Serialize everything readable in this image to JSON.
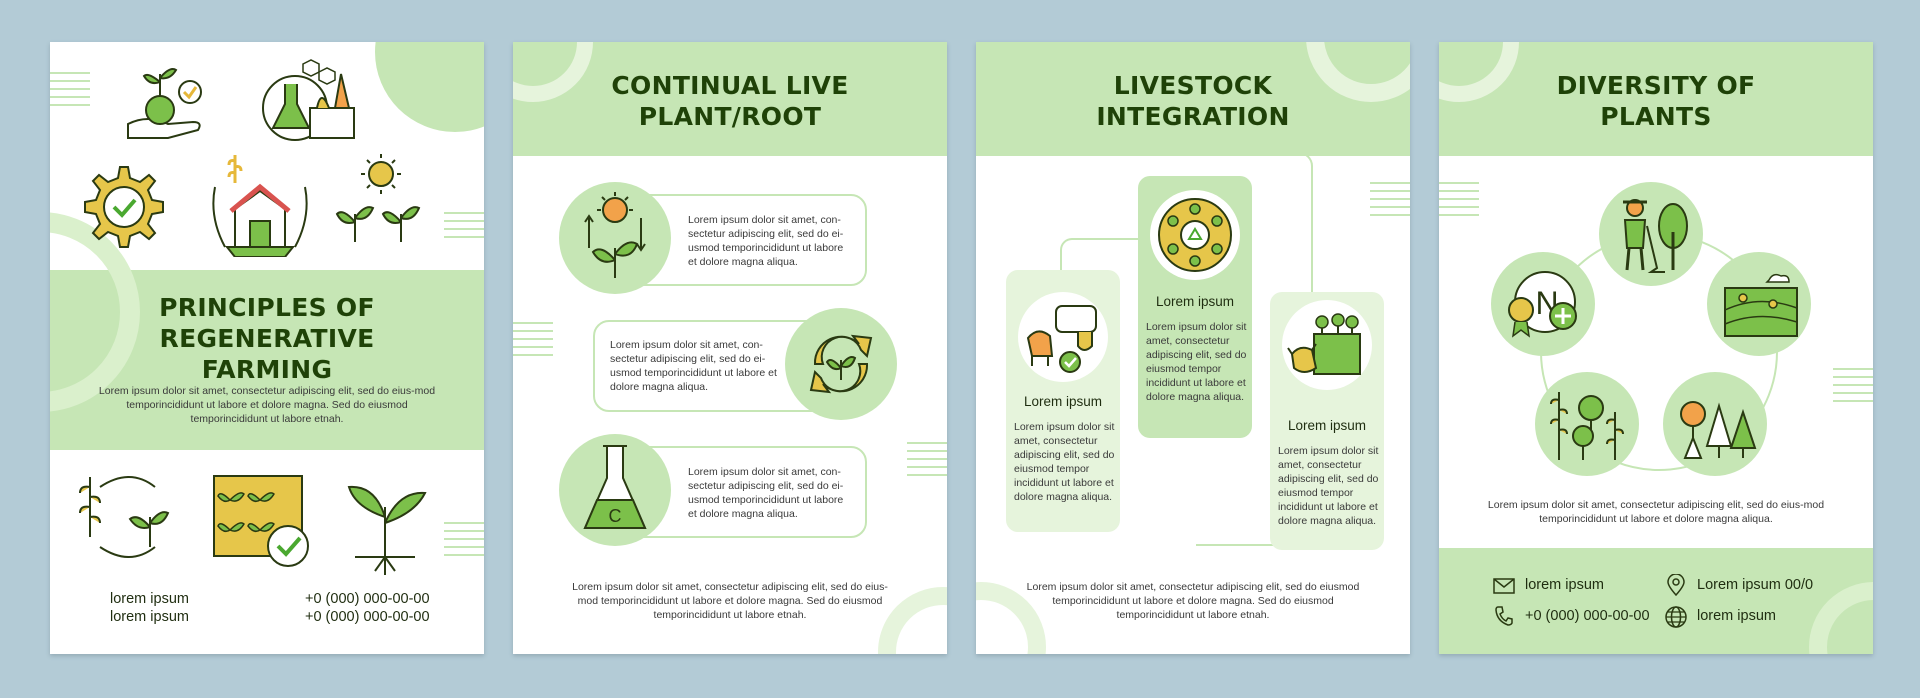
{
  "colors": {
    "band": "#c6e6b5",
    "title": "#1f4208",
    "icon_green": "#7cc04a",
    "icon_yellow": "#e6c64a",
    "icon_orange": "#f2a24a"
  },
  "page1": {
    "title_lines": [
      "PRINCIPLES OF",
      "REGENERATIVE",
      "FARMING"
    ],
    "body": "Lorem ipsum dolor sit amet, consectetur adipiscing elit, sed do eius-mod temporincididunt ut labore et dolore magna. Sed do eiusmod temporincididunt ut labore etnah.",
    "footer_left": [
      "lorem ipsum",
      "lorem ipsum"
    ],
    "footer_right": [
      "+0 (000) 000-00-00",
      "+0 (000) 000-00-00"
    ],
    "icons": [
      "seedling-hand-icon",
      "lab-flask-vegetables-icon",
      "gear-check-icon",
      "barn-hands-icon",
      "sun-plants-icon",
      "crop-rotation-icon",
      "plant-grid-check-icon",
      "sprout-roots-icon"
    ]
  },
  "page2": {
    "title_lines": [
      "CONTINUAL LIVE",
      "PLANT/ROOT"
    ],
    "items": [
      {
        "text": "Lorem ipsum dolor sit amet, con-sectetur adipiscing elit, sed do ei-usmod temporincididunt ut labore et dolore magna aliqua.",
        "icon": "sun-cycle-sprout-icon"
      },
      {
        "text": "Lorem ipsum dolor sit amet, con-sectetur adipiscing elit, sed do ei-usmod temporincididunt ut labore et dolore magna aliqua.",
        "icon": "recycle-leaf-icon"
      },
      {
        "text": "Lorem ipsum dolor sit amet, con-sectetur adipiscing elit, sed do ei-usmod temporincididunt ut labore et dolore magna aliqua.",
        "icon": "carbon-flask-icon"
      }
    ],
    "body": "Lorem ipsum dolor sit amet, consectetur adipiscing elit, sed do eius-mod temporincididunt ut labore et dolore magna. Sed do eiusmod temporincididunt ut labore etnah."
  },
  "page3": {
    "title_lines": [
      "LIVESTOCK",
      "INTEGRATION"
    ],
    "columns": [
      {
        "heading": "Lorem ipsum",
        "text": "Lorem ipsum dolor sit amet, consectetur adipiscing elit, sed do eiusmod tempor incididunt ut labore et dolore magna aliqua.",
        "icon": "farm-animals-icon"
      },
      {
        "heading": "Lorem ipsum",
        "text": "Lorem ipsum dolor sit amet, consectetur adipiscing elit, sed do eiusmod tempor incididunt ut labore et dolore magna aliqua.",
        "icon": "recycle-trees-icon"
      },
      {
        "heading": "Lorem ipsum",
        "text": "Lorem ipsum dolor sit amet, consectetur adipiscing elit, sed do eiusmod tempor incididunt ut labore et dolore magna aliqua.",
        "icon": "cow-pasture-icon"
      }
    ],
    "body": "Lorem ipsum dolor sit amet, consectetur adipiscing elit, sed do eiusmod temporincididunt ut labore et dolore magna. Sed do eiusmod temporincididunt ut labore etnah."
  },
  "page4": {
    "title_lines": [
      "DIVERSITY OF",
      "PLANTS"
    ],
    "body": "Lorem ipsum dolor sit amet, consectetur adipiscing elit, sed do eius-mod temporincididunt ut labore et dolore magna aliqua.",
    "icons": [
      "farmer-tree-icon",
      "nitrogen-badge-icon",
      "field-landscape-icon",
      "crops-trees-icon",
      "mixed-trees-icon"
    ],
    "contacts": {
      "email": "lorem ipsum",
      "location": "Lorem ipsum 00/0",
      "phone": "+0 (000) 000-00-00",
      "web": "lorem ipsum"
    }
  }
}
